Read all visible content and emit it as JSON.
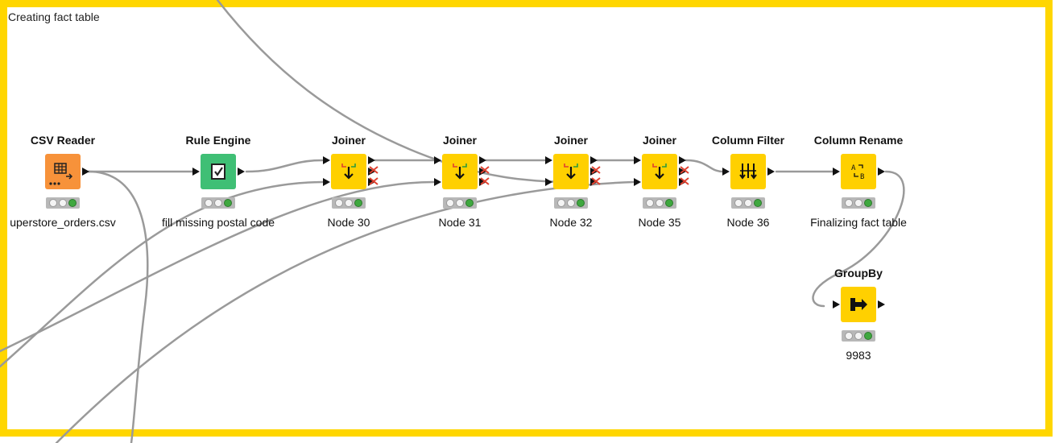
{
  "annotation": {
    "label": "Creating fact table",
    "border_color": "#ffd600"
  },
  "colors": {
    "source": "#f7923a",
    "manipulator": "#ffd000",
    "rule": "#3fbf75",
    "link": "#9a9a9a",
    "status_ok": "#3fa83f"
  },
  "nodes": [
    {
      "id": "csv_reader",
      "name": "CSV Reader",
      "label": "uperstore_orders.csv",
      "icon": "csv-reader-icon"
    },
    {
      "id": "rule_engine",
      "name": "Rule Engine",
      "label": "fill missing postal code",
      "icon": "rule-engine-icon"
    },
    {
      "id": "joiner_30",
      "name": "Joiner",
      "label": "Node 30",
      "icon": "joiner-icon"
    },
    {
      "id": "joiner_31",
      "name": "Joiner",
      "label": "Node 31",
      "icon": "joiner-icon"
    },
    {
      "id": "joiner_32",
      "name": "Joiner",
      "label": "Node 32",
      "icon": "joiner-icon"
    },
    {
      "id": "joiner_35",
      "name": "Joiner",
      "label": "Node 35",
      "icon": "joiner-icon"
    },
    {
      "id": "column_filter",
      "name": "Column Filter",
      "label": "Node 36",
      "icon": "column-filter-icon"
    },
    {
      "id": "column_rename",
      "name": "Column Rename",
      "label": "Finalizing fact table",
      "icon": "column-rename-icon"
    },
    {
      "id": "groupby",
      "name": "GroupBy",
      "label": "9983",
      "icon": "groupby-icon"
    }
  ]
}
